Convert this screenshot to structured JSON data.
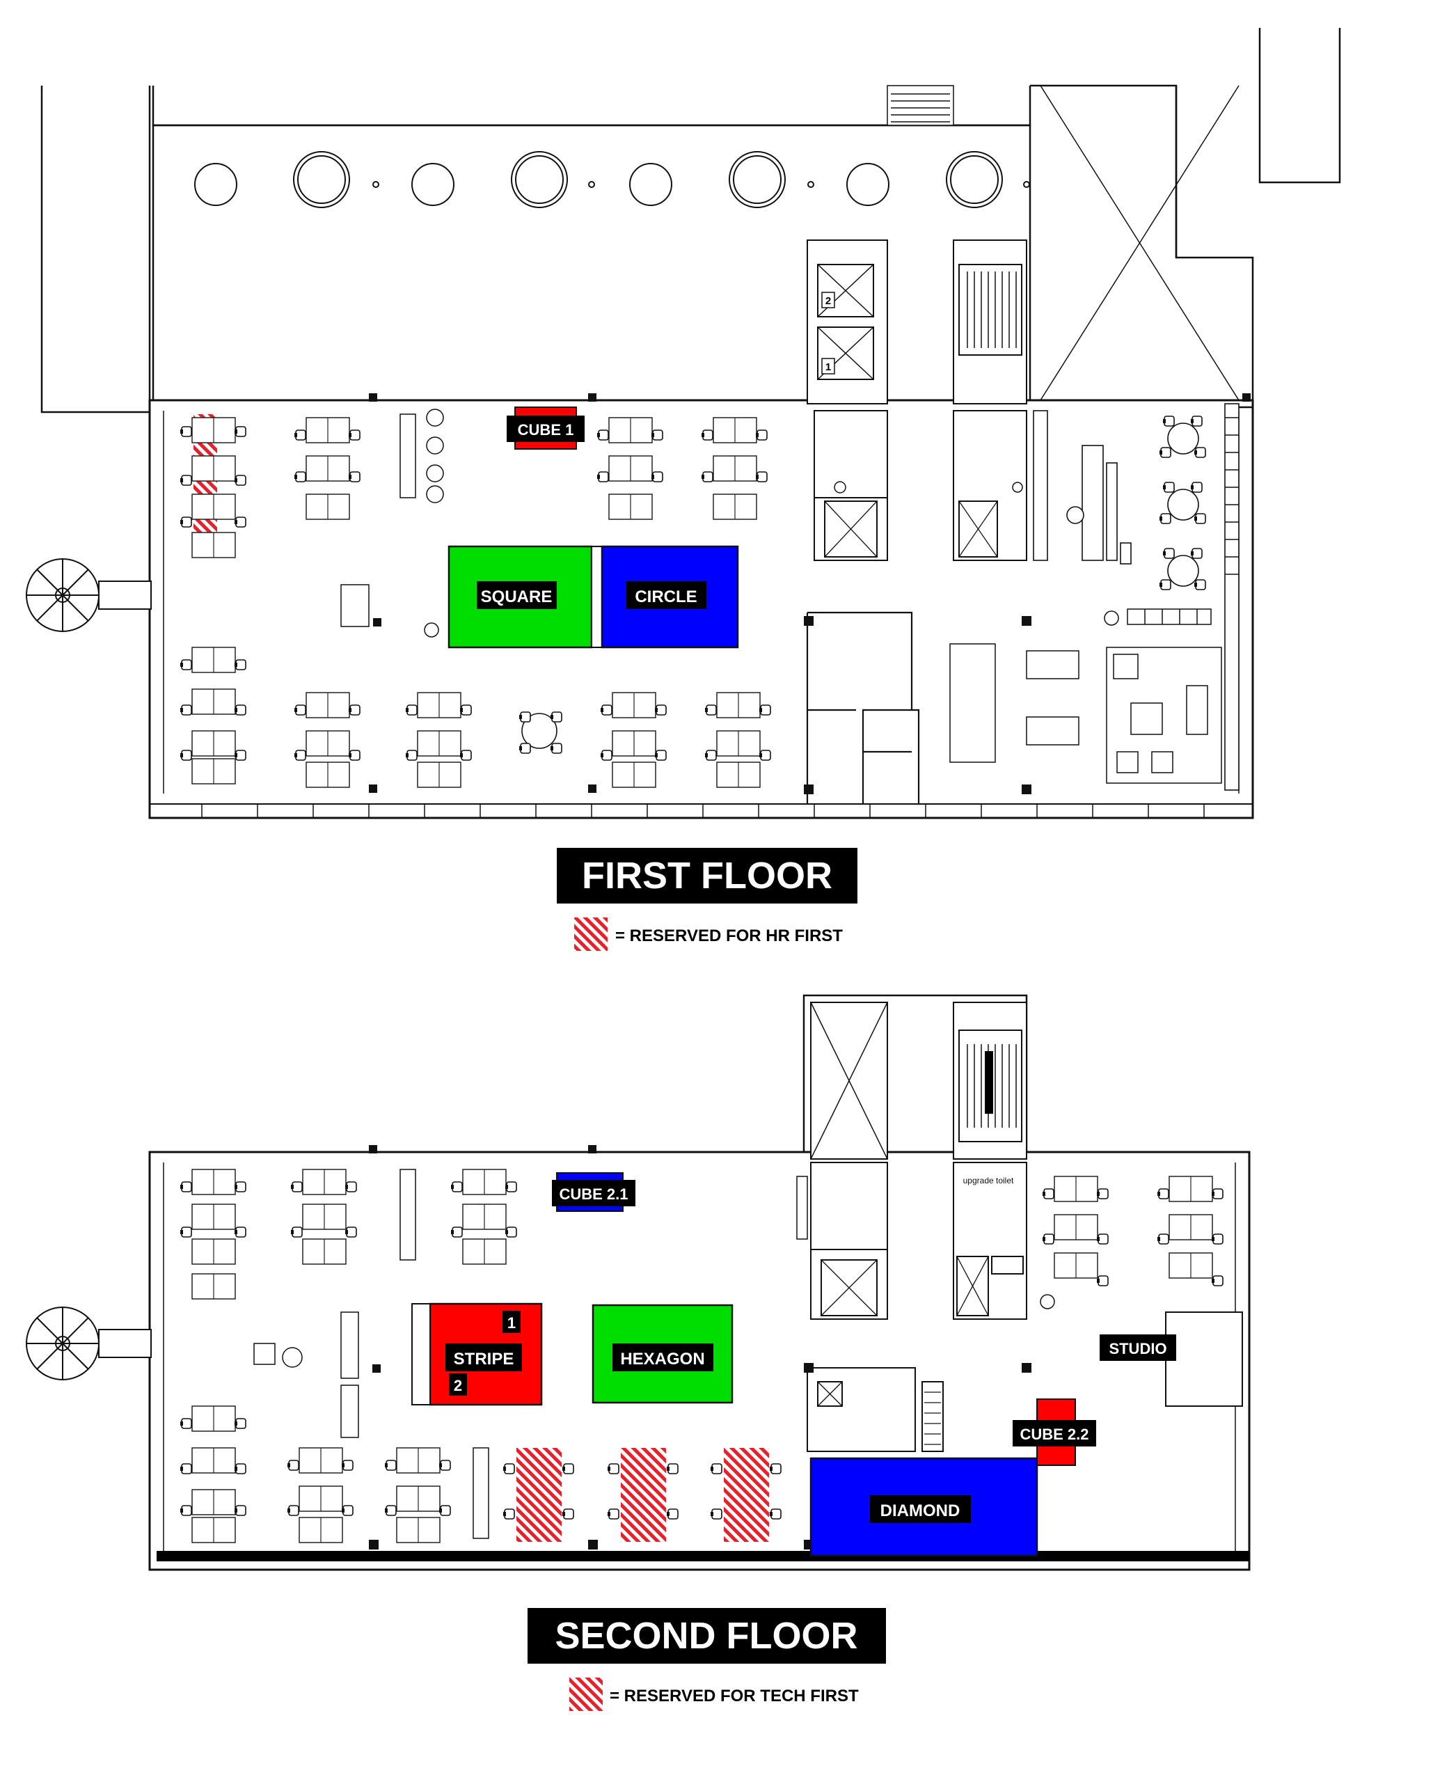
{
  "first_floor": {
    "title": "FIRST FLOOR",
    "legend_text": "= RESERVED FOR HR FIRST",
    "rooms": {
      "cube1": "CUBE 1",
      "square": "SQUARE",
      "circle": "CIRCLE"
    },
    "lift_numbers": {
      "lift2": "2",
      "lift1": "1"
    }
  },
  "second_floor": {
    "title": "SECOND FLOOR",
    "legend_text": "= RESERVED FOR TECH FIRST",
    "rooms": {
      "cube21": "CUBE 2.1",
      "stripe": "STRIPE",
      "stripe1": "1",
      "stripe2": "2",
      "hexagon": "HEXAGON",
      "studio": "STUDIO",
      "cube22": "CUBE 2.2",
      "diamond": "DIAMOND"
    },
    "toilet_label": "upgrade toilet"
  },
  "colors": {
    "red": "#ff0000",
    "green": "#00dd00",
    "blue": "#0000ff",
    "black": "#000000",
    "hatch_red": "#e8202a"
  }
}
